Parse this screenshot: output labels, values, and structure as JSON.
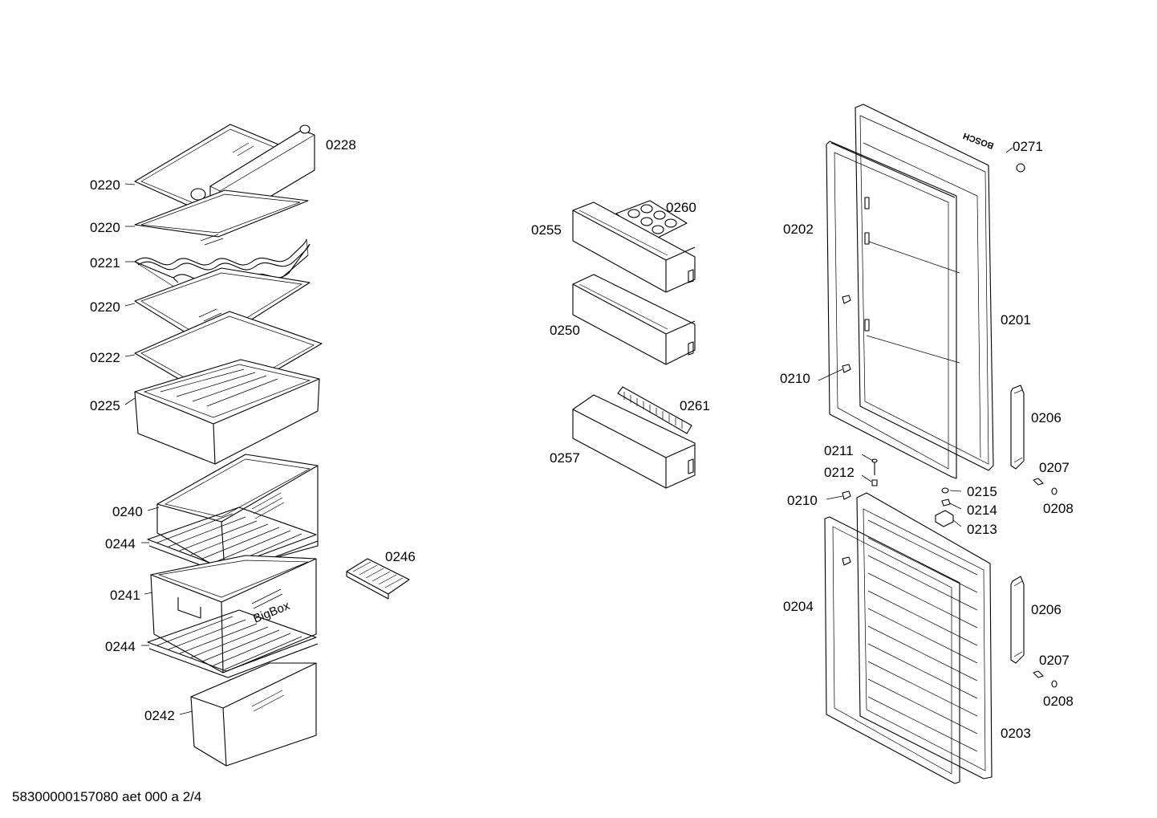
{
  "labels": {
    "p0228": "0228",
    "p0220a": "0220",
    "p0220b": "0220",
    "p0221": "0221",
    "p0220c": "0220",
    "p0222": "0222",
    "p0225": "0225",
    "p0240": "0240",
    "p0244a": "0244",
    "p0241": "0241",
    "p0244b": "0244",
    "p0242": "0242",
    "p0246": "0246",
    "p0260": "0260",
    "p0255": "0255",
    "p0250": "0250",
    "p0261": "0261",
    "p0257": "0257",
    "p0271": "0271",
    "p0202": "0202",
    "p0201": "0201",
    "p0210a": "0210",
    "p0206a": "0206",
    "p0211": "0211",
    "p0212": "0212",
    "p0207a": "0207",
    "p0215": "0215",
    "p0208a": "0208",
    "p0210b": "0210",
    "p0214": "0214",
    "p0213": "0213",
    "p0204": "0204",
    "p0206b": "0206",
    "p0207b": "0207",
    "p0208b": "0208",
    "p0203": "0203"
  },
  "marks": {
    "brand": "BOSCH",
    "drawer_brand": "BigBox"
  },
  "footer": "58300000157080 aet 000 a 2/4"
}
